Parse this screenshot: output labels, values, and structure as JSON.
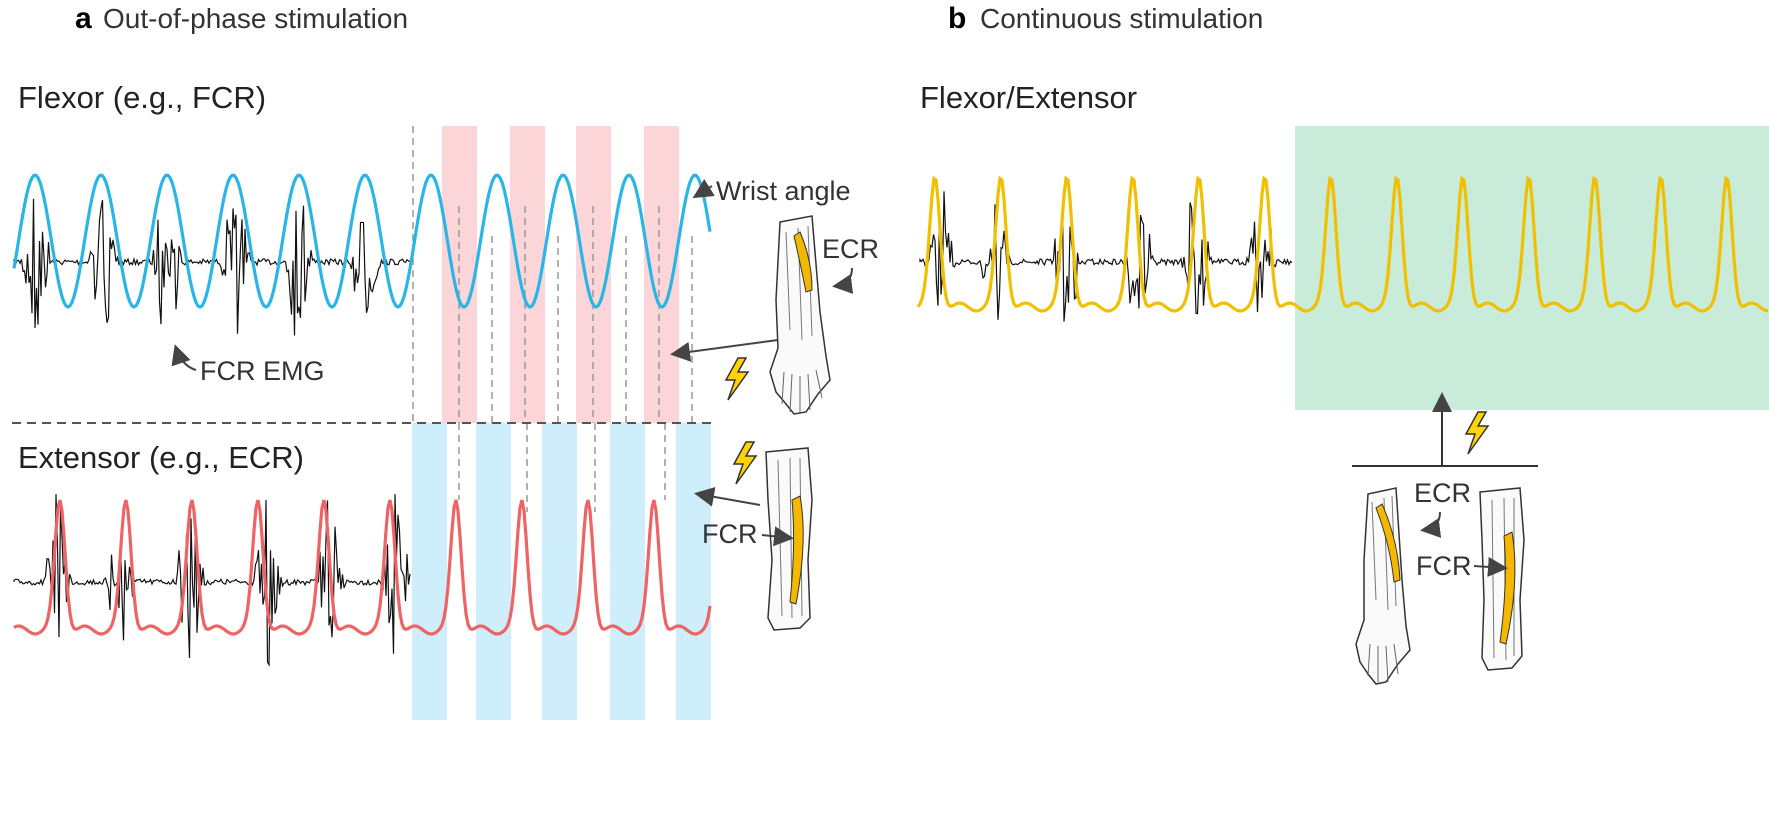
{
  "panel_a": {
    "letter": "a",
    "title": "Out-of-phase stimulation",
    "top_label": "Flexor (e.g., FCR)",
    "bottom_label": "Extensor (e.g., ECR)",
    "annot_wrist_angle": "Wrist angle",
    "annot_fcr_emg": "FCR EMG",
    "arm_top_muscle": "ECR",
    "arm_bottom_muscle": "FCR"
  },
  "panel_b": {
    "letter": "b",
    "title": "Continuous stimulation",
    "top_label": "Flexor/Extensor",
    "arm_left_muscle": "ECR",
    "arm_right_muscle": "FCR"
  },
  "colors": {
    "flexor_trace": "#29b6e6",
    "extensor_trace": "#ee6464",
    "continuous_trace": "#f0c000",
    "emg": "#111111",
    "flexor_stim_band": "#fbd5d8",
    "extensor_stim_band": "#cdeefa",
    "continuous_stim_band": "#c9ebd9",
    "muscle_highlight": "#f5b800",
    "bolt": "#ffd400"
  },
  "icons": [
    "lightning-bolt-icon",
    "forearm-illustration",
    "arrow-icon"
  ]
}
